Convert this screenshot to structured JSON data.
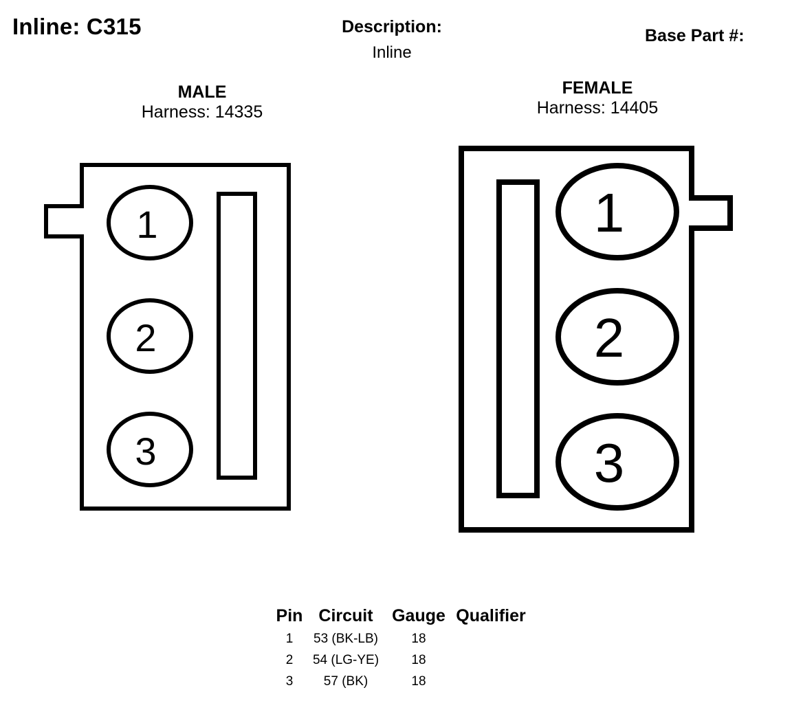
{
  "header": {
    "title": "Inline: C315",
    "description_label": "Description:",
    "description_value": "Inline",
    "base_part_label": "Base Part #:"
  },
  "male": {
    "label": "MALE",
    "harness": "Harness: 14335",
    "pins": [
      "1",
      "2",
      "3"
    ]
  },
  "female": {
    "label": "FEMALE",
    "harness": "Harness: 14405",
    "pins": [
      "1",
      "2",
      "3"
    ]
  },
  "pin_table": {
    "headers": [
      "Pin",
      "Circuit",
      "Gauge",
      "Qualifier"
    ],
    "rows": [
      {
        "pin": "1",
        "circuit": "53 (BK-LB)",
        "gauge": "18",
        "qualifier": ""
      },
      {
        "pin": "2",
        "circuit": "54 (LG-YE)",
        "gauge": "18",
        "qualifier": ""
      },
      {
        "pin": "3",
        "circuit": "57 (BK)",
        "gauge": "18",
        "qualifier": ""
      }
    ]
  }
}
